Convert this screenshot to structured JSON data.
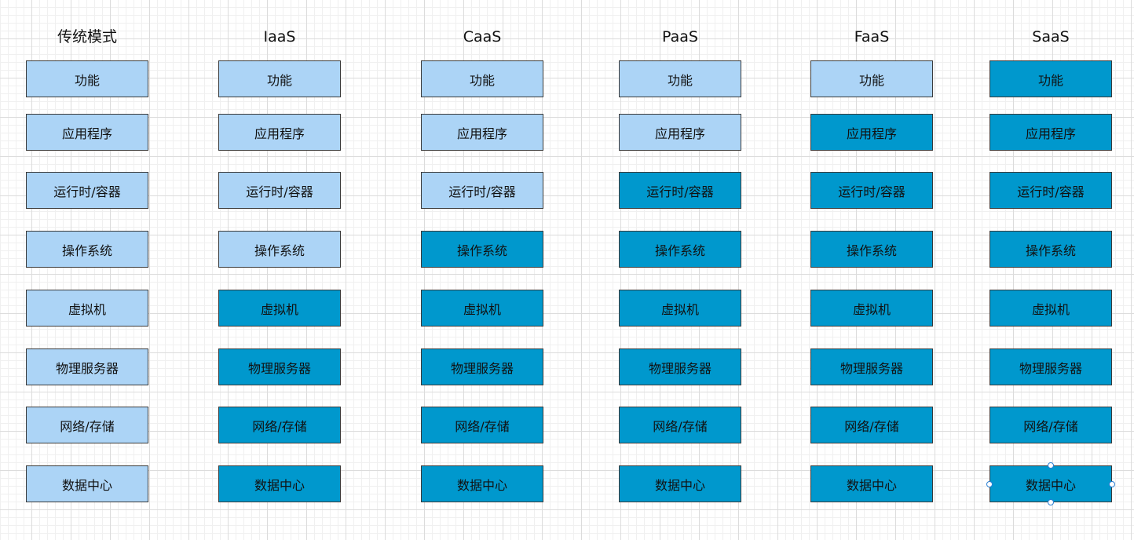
{
  "colors": {
    "self_managed": "#acd4f6",
    "provider_managed": "#0098cd",
    "border": "#3a3a3a",
    "selection_handle": "#2a7fd4"
  },
  "layers": [
    "功能",
    "应用程序",
    "运行时/容器",
    "操作系统",
    "虚拟机",
    "物理服务器",
    "网络/存储",
    "数据中心"
  ],
  "columns": [
    {
      "title": "传统模式",
      "provider_managed_from": 8
    },
    {
      "title": "IaaS",
      "provider_managed_from": 4
    },
    {
      "title": "CaaS",
      "provider_managed_from": 3
    },
    {
      "title": "PaaS",
      "provider_managed_from": 2
    },
    {
      "title": "FaaS",
      "provider_managed_from": 1
    },
    {
      "title": "SaaS",
      "provider_managed_from": 0
    }
  ],
  "selected": {
    "column": 5,
    "layer": 7
  }
}
